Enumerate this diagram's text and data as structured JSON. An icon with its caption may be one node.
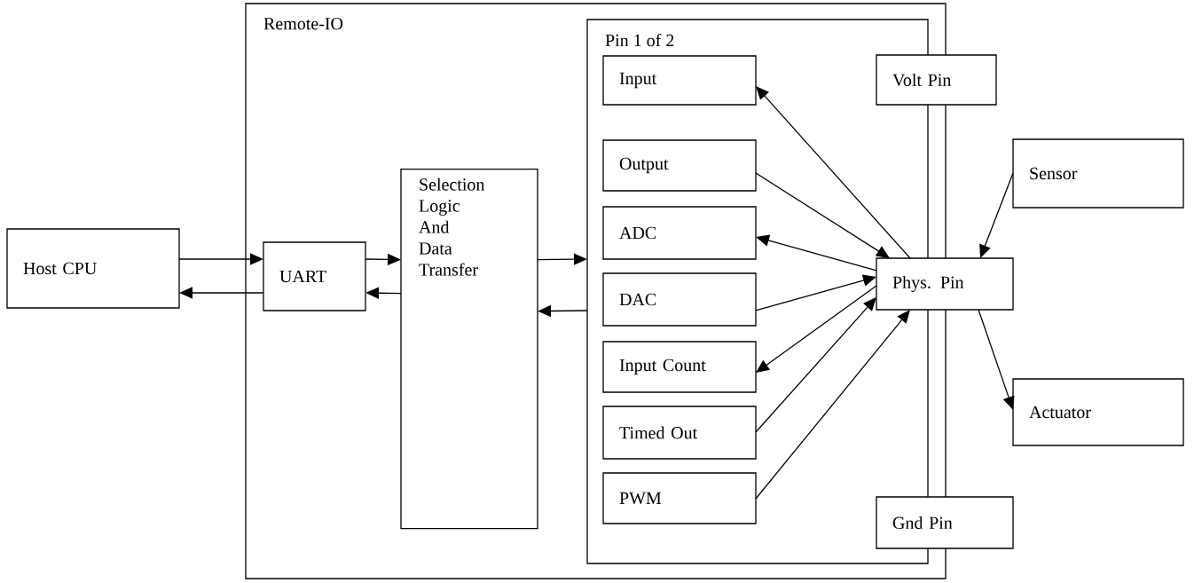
{
  "diagram": {
    "nodes": [
      {
        "text": [
          "Host CPU"
        ]
      },
      {
        "text": [
          "Remote-IO"
        ]
      },
      {
        "text": [
          "UART"
        ],
        "in": 1
      },
      {
        "text": [
          "Selection Logic And Data Transfer"
        ],
        "in": 1
      },
      {
        "text": [
          "Pin 1 of 2"
        ],
        "in": 1
      },
      {
        "text": [
          "Input"
        ],
        "in": 4
      },
      {
        "text": [
          "Output"
        ],
        "in": 4
      },
      {
        "text": [
          "ADC"
        ],
        "in": 4
      },
      {
        "text": [
          "DAC"
        ],
        "in": 4
      },
      {
        "text": [
          "Input Count"
        ],
        "in": 4
      },
      {
        "text": [
          "Timed Out"
        ],
        "in": 4
      },
      {
        "text": [
          "PWM"
        ],
        "in": 4
      },
      {
        "text": [
          "Volt Pin"
        ]
      },
      {
        "text": [
          "Phys. Pin"
        ]
      },
      {
        "text": [
          "Gnd Pin"
        ]
      },
      {
        "text": [
          "Sensor"
        ]
      },
      {
        "text": [
          "Actuator"
        ]
      }
    ],
    "edges": [
      {
        "from": 0,
        "to": 2,
        "arrow": "to"
      },
      {
        "from": 2,
        "to": 0,
        "arrow": "to"
      },
      {
        "from": 2,
        "to": 3,
        "arrow": "to"
      },
      {
        "from": 3,
        "to": 2,
        "arrow": "to"
      },
      {
        "from": 3,
        "to": 4,
        "arrow": "to"
      },
      {
        "from": 4,
        "to": 3,
        "arrow": "to"
      },
      {
        "from": 13,
        "to": 5,
        "arrow": "to"
      },
      {
        "from": 6,
        "to": 13,
        "arrow": "to"
      },
      {
        "from": 13,
        "to": 7,
        "arrow": "to"
      },
      {
        "from": 8,
        "to": 13,
        "arrow": "to"
      },
      {
        "from": 13,
        "to": 9,
        "arrow": "to"
      },
      {
        "from": 10,
        "to": 13,
        "arrow": "to"
      },
      {
        "from": 11,
        "to": 13,
        "arrow": "to"
      },
      {
        "from": 15,
        "to": 13,
        "arrow": "to"
      },
      {
        "from": 13,
        "to": 16,
        "arrow": "to"
      }
    ]
  }
}
